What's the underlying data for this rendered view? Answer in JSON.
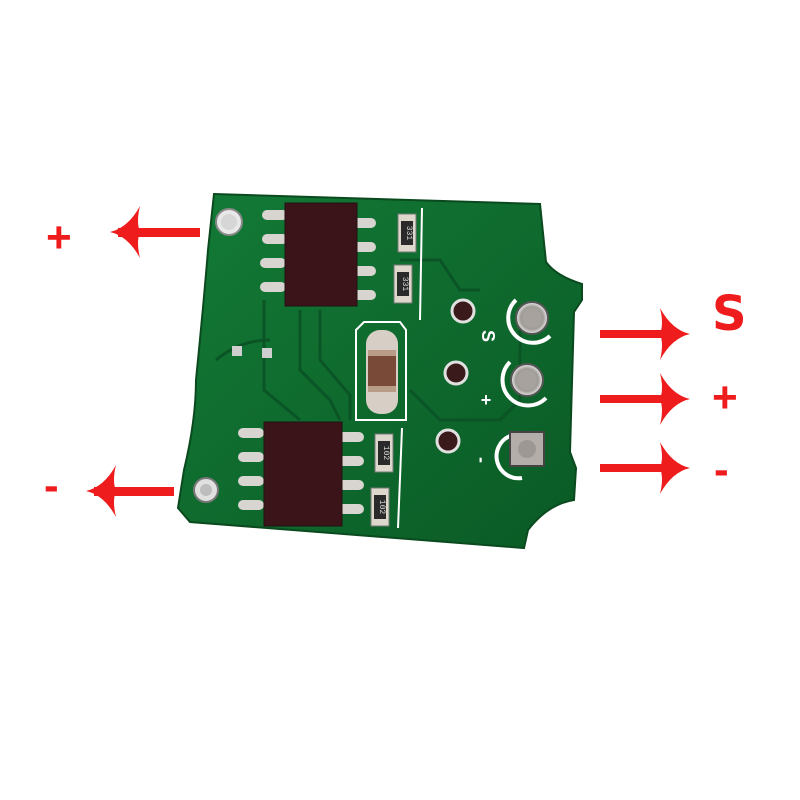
{
  "scene": {
    "description": "Photo of a small green PCB module with two SOP-8 chips, with red arrow annotations for pin labels",
    "background": "#ffffff",
    "board_color": "#0f6b2e",
    "annotation_color": "#ee1c1c"
  },
  "left_labels": [
    {
      "text": "+",
      "position": "top-left"
    },
    {
      "text": "-",
      "position": "bottom-left"
    }
  ],
  "right_labels": [
    {
      "text": "S",
      "position": "right-top"
    },
    {
      "text": "+",
      "position": "right-middle"
    },
    {
      "text": "-",
      "position": "right-bottom"
    }
  ],
  "board": {
    "silkscreen": {
      "pin_s": "S",
      "pin_plus": "+",
      "pin_minus": "-"
    },
    "resistors": [
      {
        "code": "331"
      },
      {
        "code": "331"
      },
      {
        "code": "102"
      },
      {
        "code": "102"
      }
    ],
    "chips": [
      {
        "package": "SOP-8",
        "position": "top"
      },
      {
        "package": "SOP-8",
        "position": "bottom"
      }
    ]
  }
}
